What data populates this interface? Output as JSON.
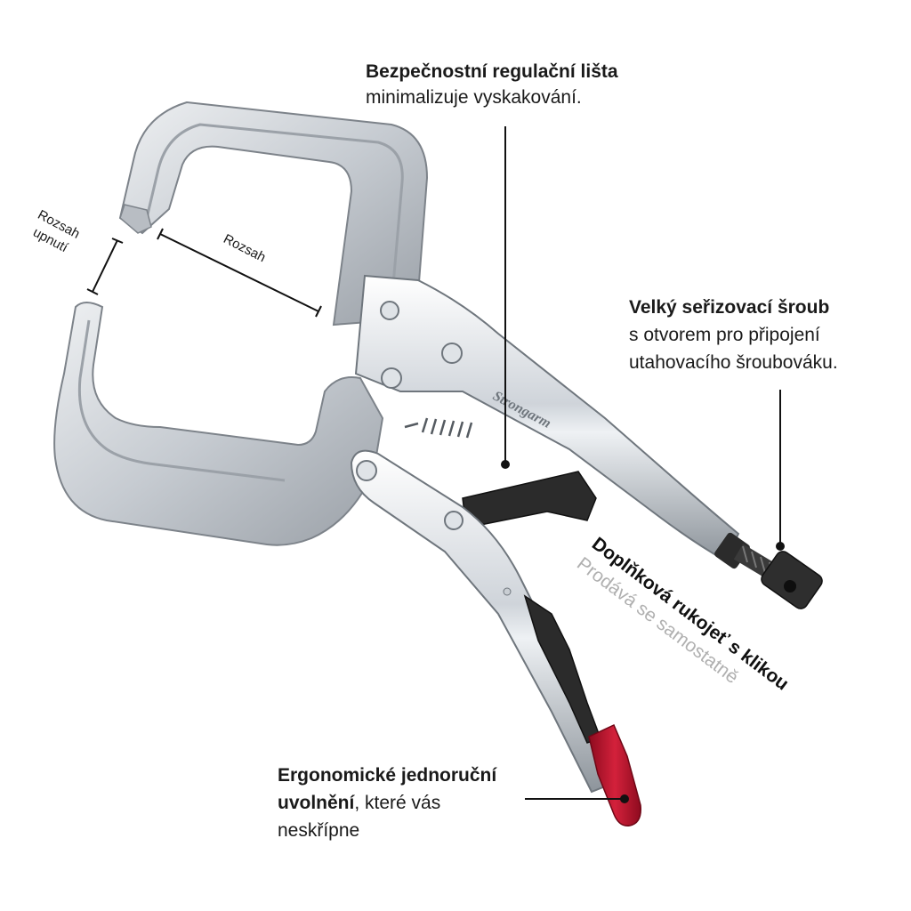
{
  "callouts": {
    "safety_bar": {
      "title": "Bezpečnostní regulační lišta",
      "text": "minimalizuje vyskakování."
    },
    "adjust_screw": {
      "title": "Velký seřizovací šroub",
      "line1": "s otvorem pro připojení",
      "line2": "utahovacího šroubováku."
    },
    "crank_handle": {
      "title": "Doplňková rukojeť s klikou",
      "subtitle": "Prodává se samostatně"
    },
    "release": {
      "title_part1": "Ergonomické jednoruční",
      "title_part2": "uvolnění",
      "text_part1": ", které vás",
      "text_part2": "neskřípne"
    }
  },
  "dimensions": {
    "clamp_range": "Rozsah upnutí",
    "clamp_range_line1": "Rozsah",
    "clamp_range_line2": "upnutí",
    "range": "Rozsah"
  },
  "product": {
    "brand_engraving": "Strongarm",
    "colors": {
      "steel": "#cfd3d8",
      "steel_dark": "#8f959c",
      "grip_red": "#c8102e",
      "black_part": "#2b2b2b",
      "callout_line": "#111111",
      "muted_text": "#b0b0b0"
    }
  }
}
